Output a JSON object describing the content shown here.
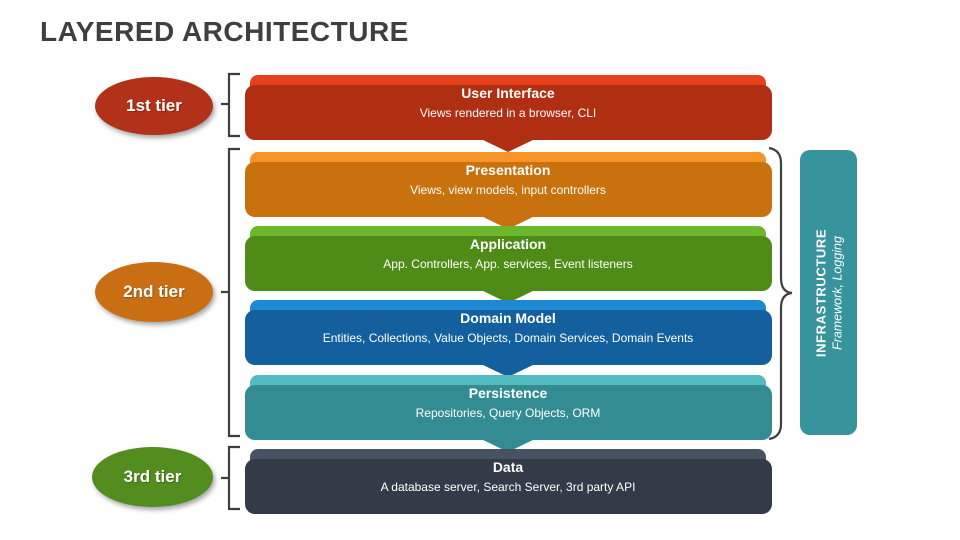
{
  "page": {
    "title": "LAYERED ARCHITECTURE",
    "title_color": "#3F3F3F",
    "background": "#FFFFFF"
  },
  "tiers": [
    {
      "label": "1st tier",
      "color": "#B23119"
    },
    {
      "label": "2nd tier",
      "color": "#C96E12"
    },
    {
      "label": "3rd tier",
      "color": "#538C1F"
    }
  ],
  "layers": [
    {
      "title": "User Interface",
      "subtitle": "Views rendered in a browser, CLI",
      "color": "#E8421C",
      "shadow_color": "#B02F12",
      "tier": "1st tier"
    },
    {
      "title": "Presentation",
      "subtitle": "Views, view models, input controllers",
      "color": "#F79428",
      "shadow_color": "#C9710E",
      "tier": "2nd tier"
    },
    {
      "title": "Application",
      "subtitle": "App. Controllers, App. services, Event listeners",
      "color": "#6CB82C",
      "shadow_color": "#4F8C17",
      "tier": "2nd tier"
    },
    {
      "title": "Domain Model",
      "subtitle": "Entities, Collections, Value Objects, Domain Services, Domain Events",
      "color": "#1E88D2",
      "shadow_color": "#14609F",
      "tier": "2nd tier"
    },
    {
      "title": "Persistence",
      "subtitle": "Repositories, Query Objects, ORM",
      "color": "#52BBC0",
      "shadow_color": "#338C92",
      "tier": "2nd tier"
    },
    {
      "title": "Data",
      "subtitle": "A database server, Search Server, 3rd party API",
      "color": "#475363",
      "shadow_color": "#323B47",
      "tier": "3rd tier"
    }
  ],
  "infrastructure": {
    "title": "INFRASTRUCTURE",
    "subtitle": "Framework, Logging",
    "color": "#37939C"
  }
}
